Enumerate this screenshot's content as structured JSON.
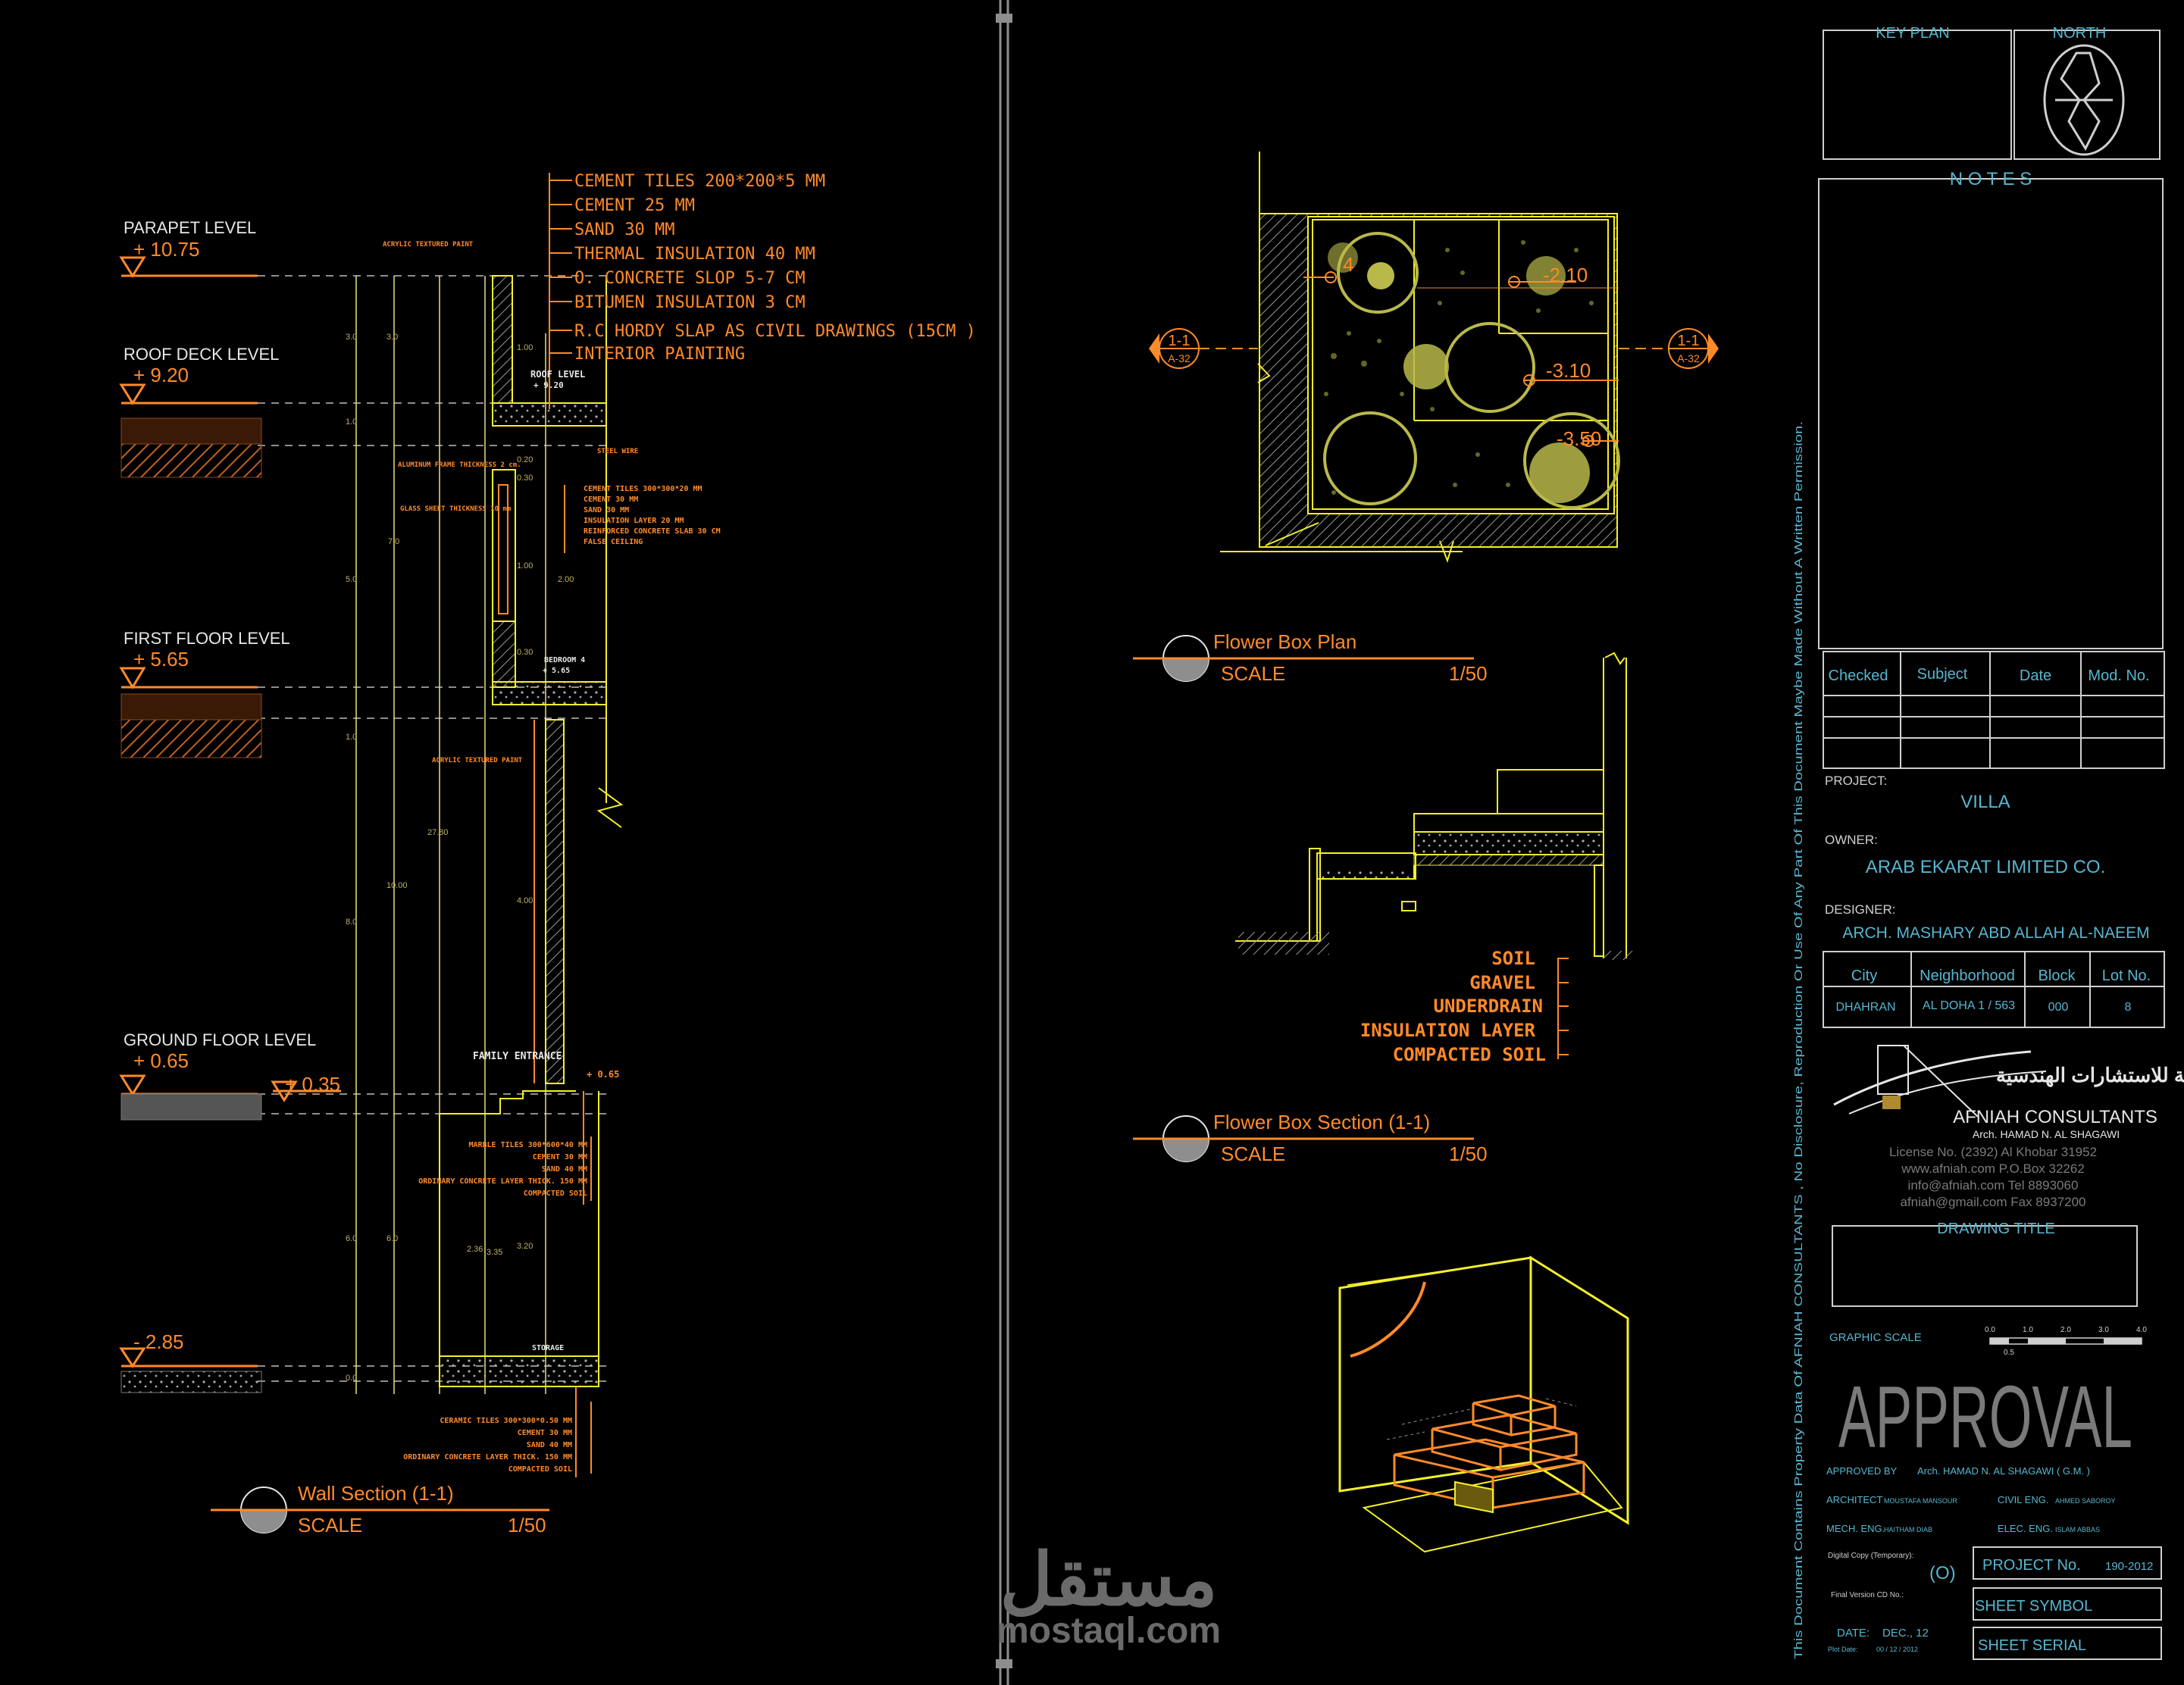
{
  "colors": {
    "background": "#000000",
    "orange": "#ff8a2a",
    "yellow": "#f4f02a",
    "white": "#e6e6e6",
    "cyan": "#57b6cf",
    "olive": "#b9b94a",
    "gray": "#8e8e8e",
    "green": "#50c878"
  },
  "wall_section": {
    "levels": [
      {
        "name": "PARAPET LEVEL",
        "value": "+ 10.75"
      },
      {
        "name": "ROOF DECK LEVEL",
        "value": "+ 9.20"
      },
      {
        "name": "FIRST FLOOR LEVEL",
        "value": "+ 5.65"
      },
      {
        "name": "GROUND FLOOR LEVEL",
        "value": "+ 0.65"
      },
      {
        "name": "",
        "value": "- 2.85"
      }
    ],
    "mid_level": "+ 0.35",
    "roof_layers": [
      "CEMENT TILES 200*200*5 MM",
      "CEMENT 25 MM",
      "SAND 30 MM",
      "THERMAL INSULATION 40 MM",
      "O. CONCRETE SLOP 5-7 CM",
      "BITUMEN INSULATION 3 CM",
      "R.C HORDY SLAP AS CIVIL DRAWINGS (15CM )",
      "INTERIOR PAINTING"
    ],
    "small_notes": {
      "acrylic_top": "ACRYLIC TEXTURED PAINT",
      "acrylic_mid": "ACRYLIC TEXTURED PAINT",
      "roof_level": "ROOF LEVEL",
      "roof_level_val": "+ 9.20",
      "steel_wire": "STEEL WIRE",
      "aluminum": "ALUMINUM FRAME THICKNESS 2 cm.",
      "glass": "GLASS SHEET THICKNESS 10 mm",
      "bedroom": "BEDROOM 4",
      "bedroom_val": "+ 5.65",
      "family": "FAMILY ENTRANCE",
      "family_val": "+ 0.65",
      "storage": "STORAGE"
    },
    "first_floor_layers": [
      "CEMENT TILES 300*300*20 MM",
      "CEMENT 30 MM",
      "SAND 30 MM",
      "INSULATION LAYER 20 MM",
      "REINFORCED CONCRETE SLAB 30 CM",
      "FALSE CEILING"
    ],
    "ground_layers": [
      "MARBLE TILES 300*600*40 MM",
      "CEMENT 30 MM",
      "SAND 40 MM",
      "ORDINARY CONCRETE LAYER THICK. 150 MM",
      "COMPACTED SOIL"
    ],
    "basement_layers": [
      "CERAMIC TILES 300*300*0.50 MM",
      "CEMENT 30 MM",
      "SAND 40 MM",
      "ORDINARY CONCRETE LAYER THICK. 150 MM",
      "COMPACTED SOIL"
    ],
    "dims_left": [
      "3.0",
      "1.0",
      "5.0",
      "1.0",
      "8.0",
      "6.0",
      "0.0"
    ],
    "dims_mid": [
      "3.0",
      "7.0",
      "27.80",
      "10.00",
      "6.0"
    ],
    "dims_inner": [
      "1.00",
      "0.20",
      "0.30",
      "1.00",
      "0.30",
      "4.00",
      "2.00",
      "3.20",
      "2.36",
      "3.35"
    ],
    "title": "Wall Section (1-1)",
    "scale_label": "SCALE",
    "scale_value": "1/50"
  },
  "flower_plan": {
    "title": "Flower Box Plan",
    "scale_label": "SCALE",
    "scale_value": "1/50",
    "marker_top": "1-1",
    "marker_bottom": "A-32",
    "levels": [
      "-2.10",
      "-3.10",
      "-3.50"
    ],
    "level_4": "4"
  },
  "flower_section": {
    "title": "Flower Box Section (1-1)",
    "scale_label": "SCALE",
    "scale_value": "1/50",
    "layers": [
      "SOIL",
      "GRAVEL",
      "UNDERDRAIN",
      "INSULATION LAYER",
      "COMPACTED SOIL"
    ]
  },
  "watermark": {
    "arabic": "مستقل",
    "latin": "mostaql.com"
  },
  "title_block": {
    "key_plan": "KEY PLAN",
    "north": "NORTH",
    "notes": "N O T E S",
    "rev_headers": [
      "Checked",
      "Subject",
      "Date",
      "Mod. No."
    ],
    "project_label": "PROJECT:",
    "project_value": "VILLA",
    "owner_label": "OWNER:",
    "owner_value": "ARAB EKARAT LIMITED CO.",
    "designer_label": "DESIGNER:",
    "designer_value": "ARCH. MASHARY ABD ALLAH AL-NAEEM",
    "loc_headers": [
      "City",
      "Neighborhood",
      "Block",
      "Lot No."
    ],
    "loc_values": [
      "DHAHRAN",
      "AL DOHA 1 / 563",
      "000",
      "8"
    ],
    "logo_arabic": "أفنية للاستشارات الهندسية",
    "logo_name": "AFNIAH CONSULTANTS",
    "logo_sub": "Arch. HAMAD N. AL SHAGAWI",
    "contact_1": "License No. (2392)      Al Khobar 31952",
    "contact_2": "www.afniah.com      P.O.Box 32262",
    "contact_3": "info@afniah.com      Tel 8893060",
    "contact_4": "afniah@gmail.com      Fax 8937200",
    "drawing_title": "DRAWING TITLE",
    "graphic_scale": "GRAPHIC SCALE",
    "scale_ticks": [
      "0.0",
      "1.0",
      "2.0",
      "3.0",
      "4.0"
    ],
    "scale_half": "0.5",
    "approval": "APPROVAL",
    "approved_by_label": "APPROVED BY",
    "approved_by": "Arch. HAMAD N. AL SHAGAWI ( G.M. )",
    "architect_label": "ARCHITECT",
    "architect": "MOUSTAFA MANSOUR",
    "civil_label": "CIVIL ENG.",
    "civil": "AHMED SABOROY",
    "mech_label": "MECH. ENG.",
    "mech": "HAITHAM DIAB",
    "elec_label": "ELEC. ENG.",
    "elec": "ISLAM ABBAS",
    "digital_copy": "Digital Copy (Temporary):",
    "final_version": "Final Version CD No.:",
    "o_mark": "(O)",
    "project_no_label": "PROJECT No.",
    "project_no": "190-2012",
    "sheet_symbol": "SHEET SYMBOL",
    "sheet_serial": "SHEET SERIAL",
    "date_label": "DATE:",
    "date_value": "DEC., 12",
    "plot_label": "Plot Date:",
    "plot_value": "00 / 12 / 2012",
    "vertical_disclaimer": "This Document Contains Property Data Of AFNIAH CONSULTANTS , No Disclosure, Reproduction Or Use Of Any Part Of This Document Maybe Made Without A Written Permission."
  }
}
